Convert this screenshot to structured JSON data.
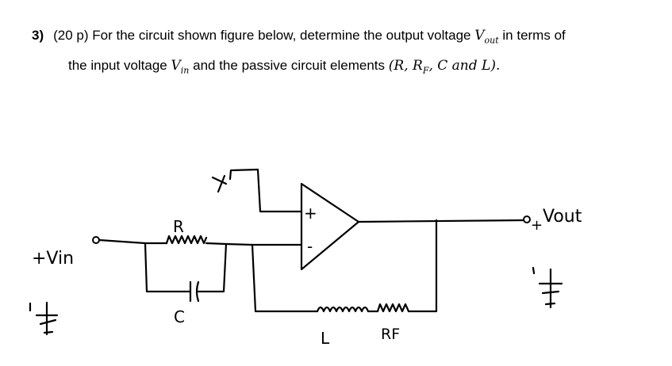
{
  "question": {
    "number": "3)",
    "points": "(20 p)",
    "line1_text": "For the circuit shown figure below, determine the output voltage",
    "vout_symbol": "V",
    "vout_sub": "out",
    "line1_tail": "in terms of",
    "line2_lead": "the input voltage",
    "vin_symbol": "V",
    "vin_sub": "in",
    "line2_mid": "and the passive circuit elements",
    "elements_math": "(R, R",
    "elements_sub": "F",
    "elements_tail": ", C and L)."
  },
  "circuit": {
    "labels": {
      "vin": "+Vin",
      "vout": "Vout",
      "vout_plus": "+",
      "r": "R",
      "c": "C",
      "l": "L",
      "rf": "RF",
      "opamp_plus": "+",
      "opamp_minus": "-"
    }
  }
}
